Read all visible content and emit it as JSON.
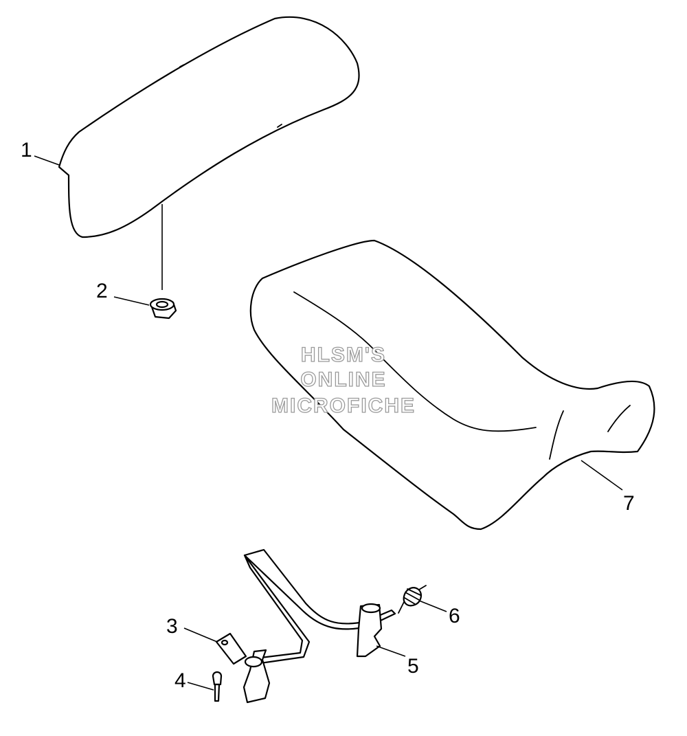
{
  "callouts": {
    "part_1": "1",
    "part_2": "2",
    "part_3": "3",
    "part_4": "4",
    "part_5": "5",
    "part_6": "6",
    "part_7": "7"
  },
  "watermark": {
    "line1": "HLSM'S",
    "line2": "ONLINE",
    "line3": "MICROFICHE",
    "color": "#9a9a9a"
  }
}
